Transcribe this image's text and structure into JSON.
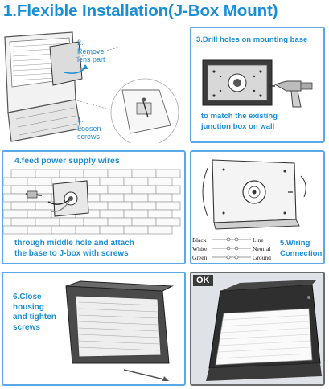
{
  "title": "1.Flexible Installation(J-Box Mount)",
  "step1": {
    "remove_lens": "2.\nRemove\nlens part",
    "loosen": "1.\nLoosen\nscrews"
  },
  "step3": {
    "title": "3.Drill holes on mounting base",
    "desc": "to match the existing\njunction box on wall"
  },
  "step4": {
    "title": "4.feed power supply wires",
    "desc": "through middle hole and attach\nthe base to J-box with screws"
  },
  "step5": {
    "title": "5.Wiring\nConnection",
    "wires": [
      {
        "from": "Black",
        "to": "Line"
      },
      {
        "from": "White",
        "to": "Neutral"
      },
      {
        "from": "Green",
        "to": "Ground"
      }
    ]
  },
  "step6": {
    "title": "6.Close\nhousing\nand tighten\nscrews"
  },
  "final": {
    "badge": "OK"
  },
  "colors": {
    "accent": "#1a8fd6",
    "border": "#5aa9e6"
  }
}
